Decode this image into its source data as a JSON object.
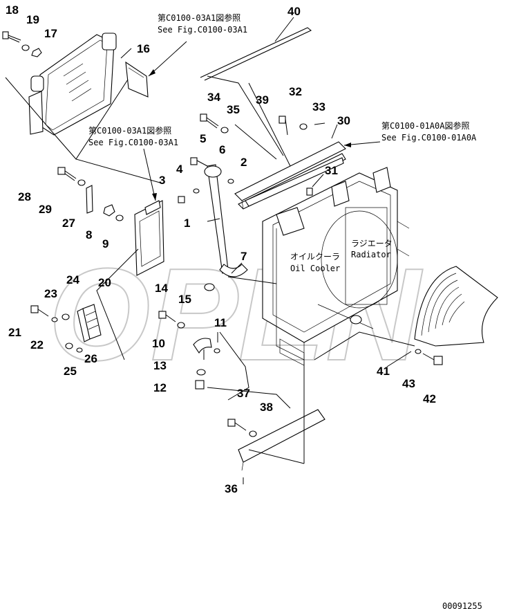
{
  "watermark": "OPEN",
  "callouts": [
    "18",
    "19",
    "17",
    "16",
    "40",
    "34",
    "35",
    "39",
    "32",
    "33",
    "30",
    "6",
    "2",
    "5",
    "4",
    "3",
    "31",
    "28",
    "29",
    "27",
    "8",
    "9",
    "1",
    "7",
    "24",
    "20",
    "23",
    "21",
    "22",
    "26",
    "25",
    "14",
    "15",
    "11",
    "10",
    "13",
    "12",
    "37",
    "38",
    "36",
    "41",
    "43",
    "42"
  ],
  "references": {
    "ref_a_jp": "第C0100-03A1図参照",
    "ref_a_en": "See Fig.C0100-03A1",
    "ref_b_jp": "第C0100-03A1図参照",
    "ref_b_en": "See Fig.C0100-03A1",
    "ref_c_jp": "第C0100-01A0A図参照",
    "ref_c_en": "See Fig.C0100-01A0A"
  },
  "labels": {
    "radiator_jp": "ラジエータ",
    "radiator_en": "Radiator",
    "oilcooler_jp": "オイルクーラ",
    "oilcooler_en": "Oil Cooler"
  },
  "drawing_number": "00091255"
}
